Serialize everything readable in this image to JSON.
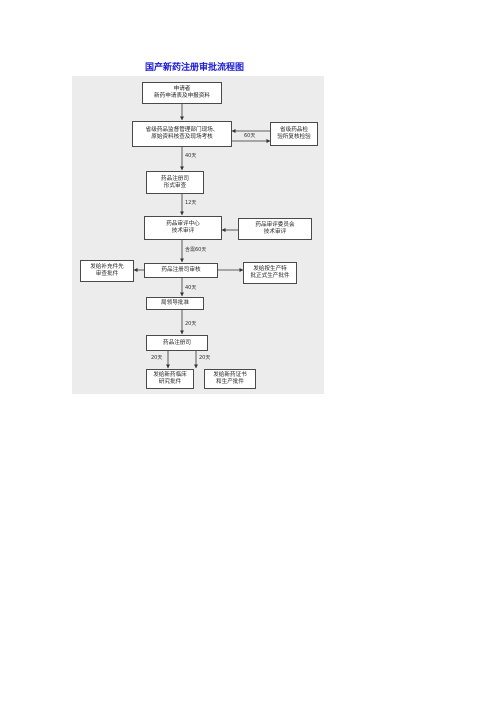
{
  "title": "国产新药注册审批流程图",
  "nodes": {
    "applicant": [
      "申请者",
      "新药申请表及申报资料"
    ],
    "provincial": [
      "省级药品监督管理部门现场、",
      "原始资料核查及现场考核"
    ],
    "testing": [
      "省级药品检",
      "验所复核检验"
    ],
    "registry_review": [
      "药品注册司",
      "形式审查"
    ],
    "evaluation_center": [
      "药品审评中心",
      "技术审评"
    ],
    "expert_committee": [
      "药品审评委员会",
      "技术审评"
    ],
    "supplement": [
      "发给补充件先",
      "审查批件"
    ],
    "joint_review": [
      "药品注册司审核"
    ],
    "special_approval": [
      "发给按生产特",
      "批正式生产批件"
    ],
    "bureau_approval": [
      "局领导批准"
    ],
    "registry_dept": [
      "药品注册司"
    ],
    "clinical": [
      "发给新药临床",
      "研究批件"
    ],
    "certificate": [
      "发给新药证书",
      "和生产批件"
    ]
  },
  "labels": {
    "d_testing": "60天",
    "d1": "40天",
    "d2": "12天",
    "d3": "含需60天",
    "d4": "40天",
    "d5": "20天",
    "d6_left": "20天",
    "d6_right": "20天"
  },
  "colors": {
    "title": "#1a1ad8",
    "panel": "#ececec",
    "line": "#333333"
  }
}
